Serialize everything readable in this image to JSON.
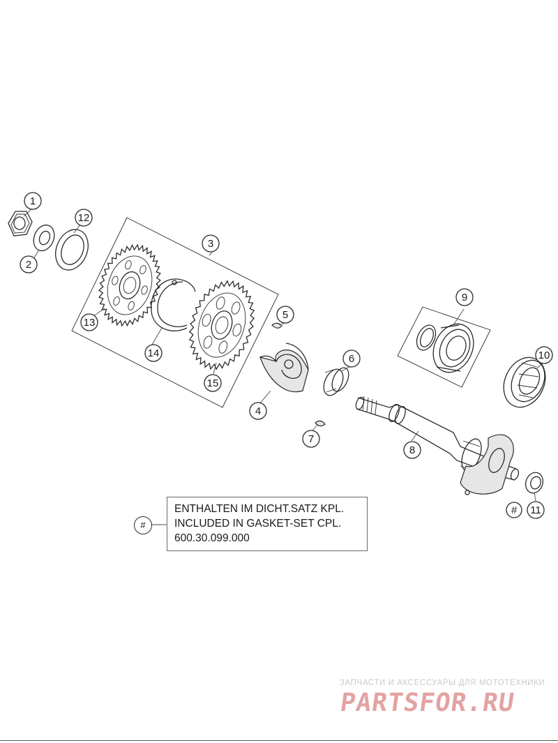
{
  "diagram": {
    "callouts": [
      {
        "id": "c1",
        "label": "1"
      },
      {
        "id": "c2",
        "label": "2"
      },
      {
        "id": "c3",
        "label": "3"
      },
      {
        "id": "c4",
        "label": "4"
      },
      {
        "id": "c5",
        "label": "5"
      },
      {
        "id": "c6",
        "label": "6"
      },
      {
        "id": "c7",
        "label": "7"
      },
      {
        "id": "c8",
        "label": "8"
      },
      {
        "id": "c9",
        "label": "9"
      },
      {
        "id": "c10",
        "label": "10"
      },
      {
        "id": "c11",
        "label": "11"
      },
      {
        "id": "c12",
        "label": "12"
      },
      {
        "id": "c13",
        "label": "13"
      },
      {
        "id": "c14",
        "label": "14"
      },
      {
        "id": "c15",
        "label": "15"
      }
    ],
    "hash_symbol": "#"
  },
  "note": {
    "line1": "ENTHALTEN IM DICHT.SATZ KPL.",
    "line2": "INCLUDED IN GASKET-SET CPL.",
    "line3": "600.30.099.000"
  },
  "watermark": {
    "tagline": "ЗАПЧАСТИ И АКСЕССУАРЫ ДЛЯ МОТОТЕХНИКИ",
    "logo": "PARTSFOR.RU"
  }
}
